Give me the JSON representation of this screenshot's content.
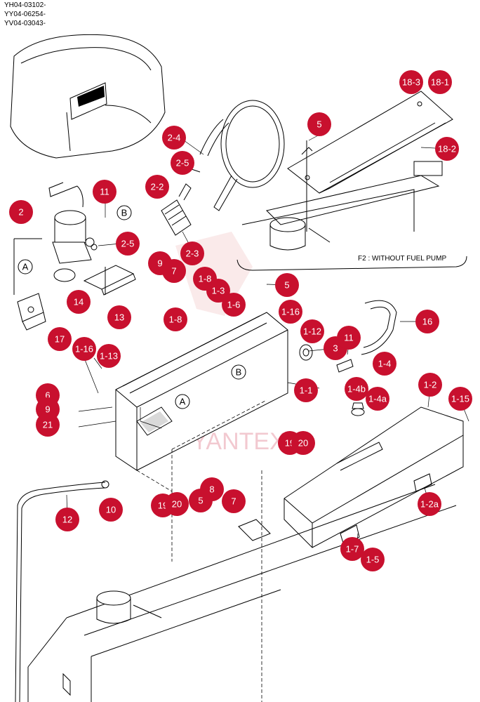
{
  "header_lines": [
    "YH04-03102-",
    "YY04-06254-",
    "YV04-03043-"
  ],
  "note": "F2 : WITHOUT FUEL PUMP",
  "watermark": "YANTEX",
  "refs": [
    "A",
    "B",
    "A",
    "B"
  ],
  "callouts": [
    "2-4",
    "5",
    "18-3",
    "18-1",
    "18-2",
    "2-5",
    "2-2",
    "11",
    "2",
    "2-5",
    "2-3",
    "9",
    "7",
    "14",
    "13",
    "1-8",
    "1-3",
    "1-8",
    "5",
    "1-6",
    "1-16",
    "16",
    "17",
    "1-16",
    "1-13",
    "1-12",
    "3",
    "11",
    "1-4",
    "6",
    "9",
    "21",
    "1-1",
    "1-4b",
    "1-4a",
    "1-2",
    "1-15",
    "19",
    "20",
    "10",
    "12",
    "8",
    "19",
    "20",
    "5",
    "7",
    "1-2a",
    "1-7",
    "1-5"
  ]
}
